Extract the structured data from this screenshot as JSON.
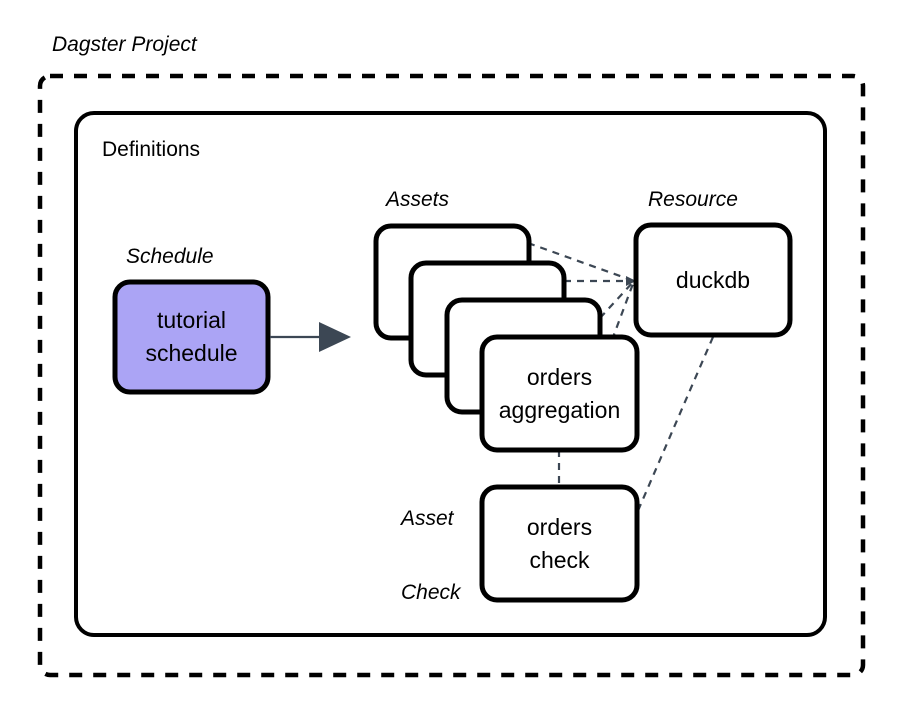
{
  "diagram": {
    "title": "Dagster Project",
    "container": {
      "label": "Definitions"
    },
    "group_labels": {
      "schedule": "Schedule",
      "assets": "Assets",
      "resource": "Resource",
      "asset_check_line1": "Asset",
      "asset_check_line2": "Check"
    },
    "nodes": {
      "schedule": {
        "line1": "tutorial",
        "line2": "schedule",
        "fill": "#ABA4F5",
        "stroke": "#000000"
      },
      "orders_aggregation": {
        "line1": "orders",
        "line2": "aggregation",
        "fill": "#FFFFFF",
        "stroke": "#000000"
      },
      "orders_check": {
        "line1": "orders",
        "line2": "check",
        "fill": "#FFFFFF",
        "stroke": "#000000"
      },
      "duckdb": {
        "line1": "duckdb",
        "fill": "#FFFFFF",
        "stroke": "#000000"
      }
    },
    "asset_stack_count": 4,
    "colors": {
      "outline": "#000000",
      "arrow": "#3C4754",
      "dashed_link": "#3C4754",
      "schedule_fill": "#ABA4F5",
      "background": "#FFFFFF"
    },
    "edges": [
      {
        "from": "asset-card-1",
        "to": "duckdb",
        "style": "dashed"
      },
      {
        "from": "asset-card-2",
        "to": "duckdb",
        "style": "dashed"
      },
      {
        "from": "asset-card-3",
        "to": "duckdb",
        "style": "dashed"
      },
      {
        "from": "orders-aggregation",
        "to": "duckdb",
        "style": "dashed"
      },
      {
        "from": "duckdb",
        "to": "orders-check",
        "style": "dashed"
      },
      {
        "from": "orders-aggregation",
        "to": "orders-check",
        "style": "dashed"
      },
      {
        "from": "tutorial-schedule",
        "to": "assets",
        "style": "solid-arrow"
      }
    ]
  }
}
